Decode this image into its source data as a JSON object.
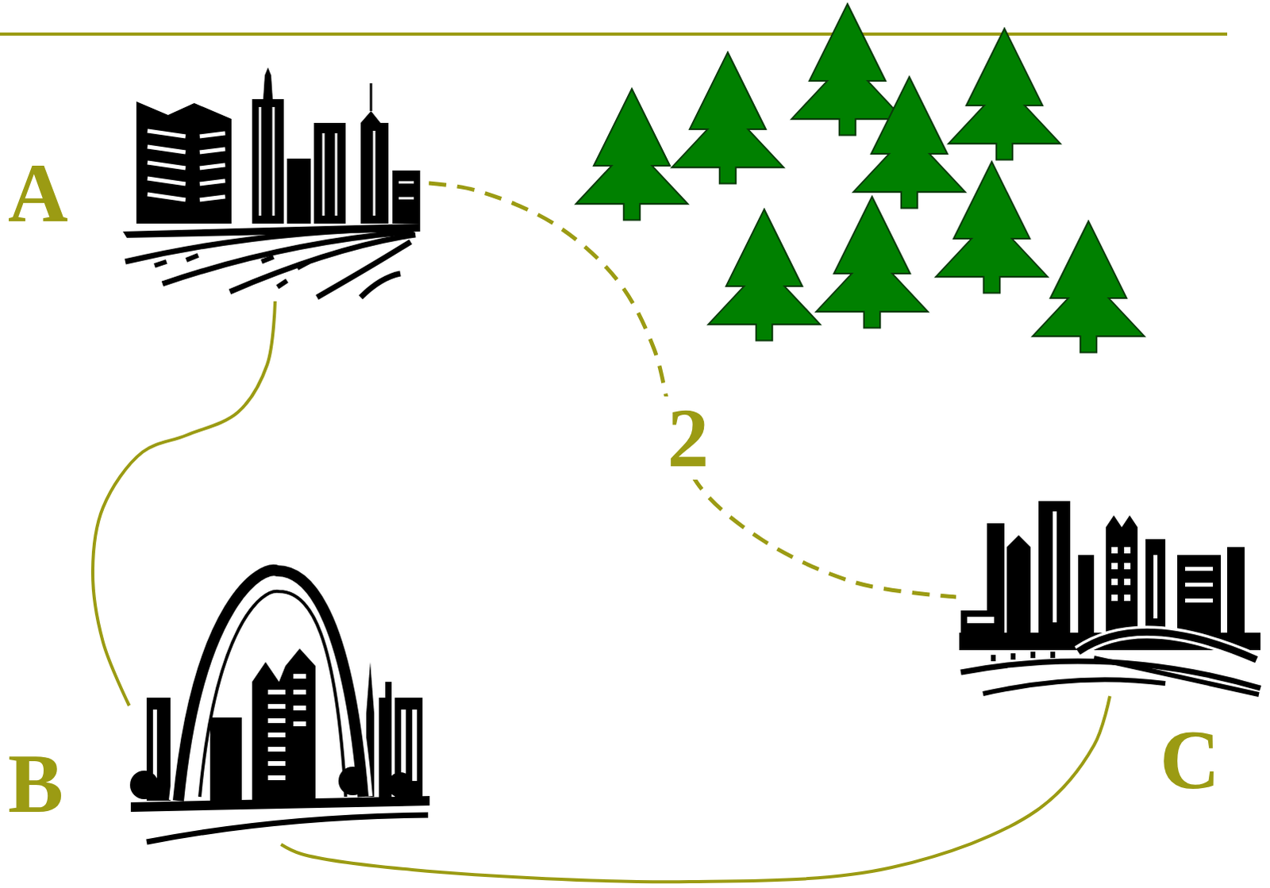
{
  "diagram": {
    "nodes": [
      {
        "text": [
          "A"
        ]
      },
      {
        "text": [
          "B"
        ]
      },
      {
        "text": [
          "C"
        ]
      }
    ],
    "edges": [
      {
        "from": 0,
        "to": 1,
        "arrow": "none"
      },
      {
        "from": 0,
        "to": 2,
        "arrow": "none",
        "label": "2"
      },
      {
        "from": 1,
        "to": 2,
        "arrow": "none"
      }
    ]
  }
}
